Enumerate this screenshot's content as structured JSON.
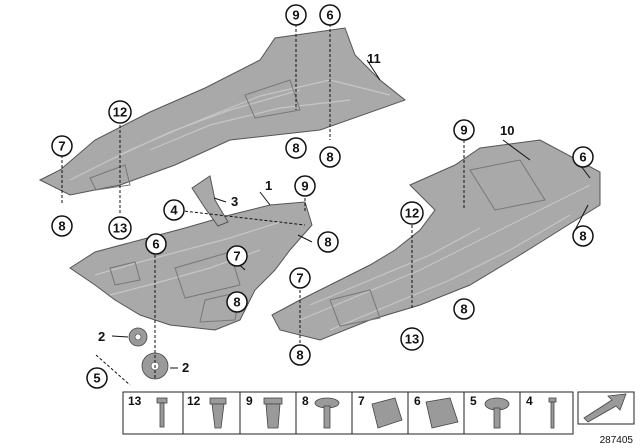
{
  "callouts": {
    "p11_9": "9",
    "p11_6": "6",
    "p11_11": "11",
    "p11_12": "12",
    "p11_7": "7",
    "p11_8a": "8",
    "p11_8b": "8",
    "p11_8c": "8",
    "p11_13": "13",
    "p10_9": "9",
    "p10_10": "10",
    "p10_6": "6",
    "p10_8a": "8",
    "p10_12": "12",
    "p10_8b": "8",
    "p10_13": "13",
    "p1_1": "1",
    "p1_3": "3",
    "p1_4": "4",
    "p1_9": "9",
    "p1_8a": "8",
    "p1_6": "6",
    "p1_7": "7",
    "p1_8b": "8",
    "p1_2a": "2",
    "p1_2b": "2",
    "p1_5": "5",
    "p7_7": "7",
    "p7_8": "8"
  },
  "parts_strip": {
    "items": [
      "13",
      "12",
      "9",
      "8",
      "7",
      "6",
      "5",
      "4"
    ]
  },
  "diagram_ref": "287405",
  "icons": {
    "arrow": "arrow-icon"
  }
}
